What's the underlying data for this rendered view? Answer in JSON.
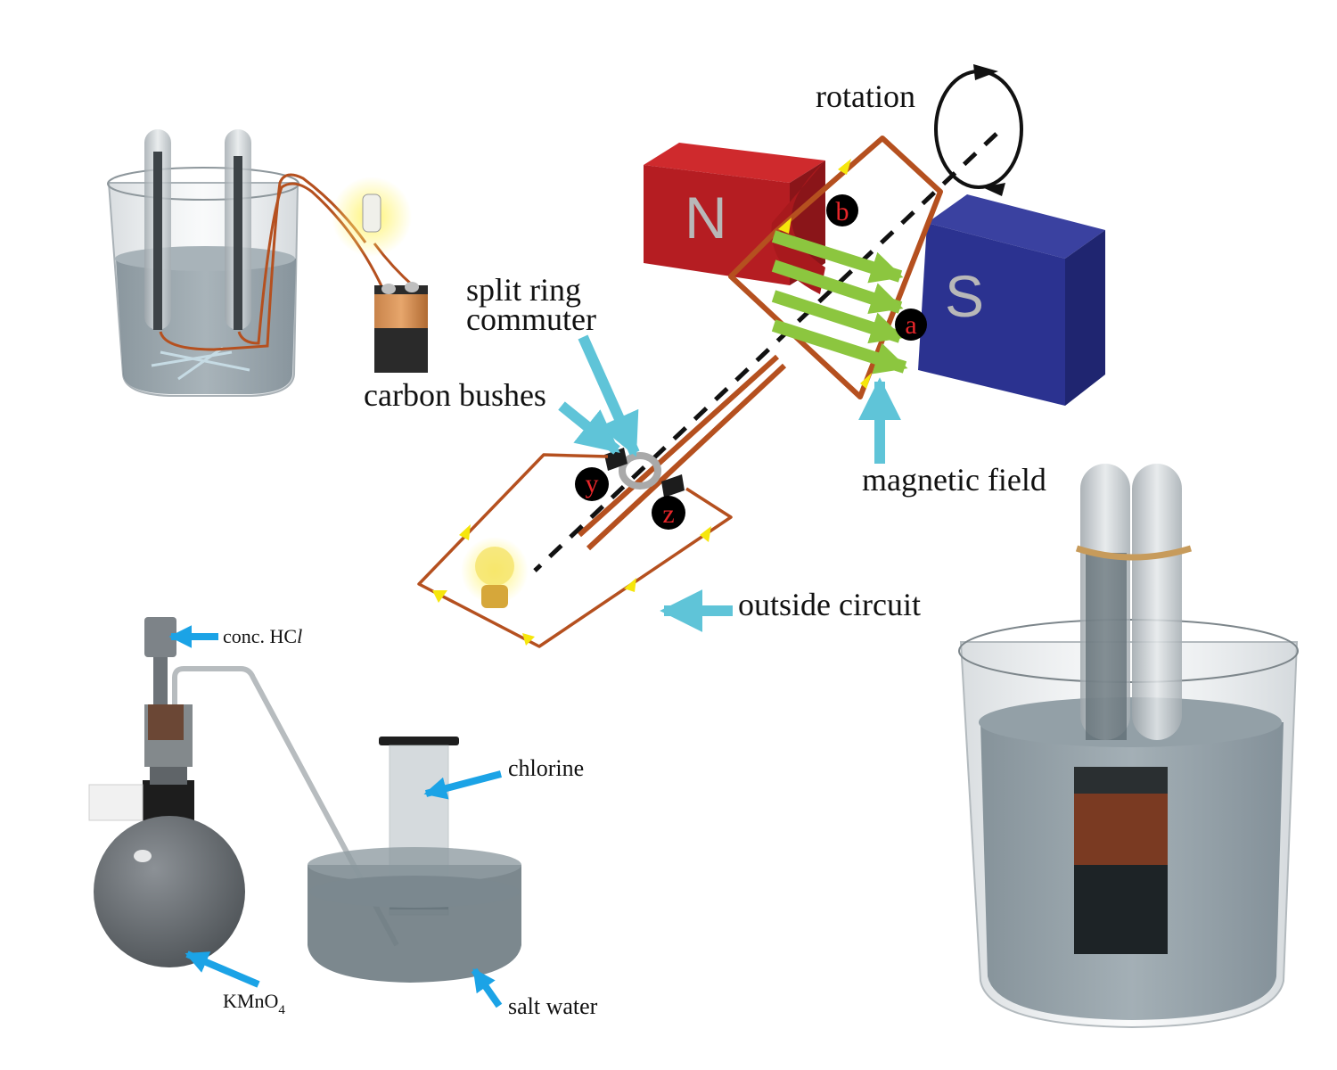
{
  "colors": {
    "background": "#ffffff",
    "north_magnet": "#b51d22",
    "south_magnet": "#2b3290",
    "coil_wire": "#b5501f",
    "current_arrow": "#f6e60c",
    "field_arrow": "#8cc63f",
    "pointer_arrow_cyan": "#5fc4d8",
    "pointer_arrow_blue": "#1ba3e6",
    "badge_fill": "#000000",
    "badge_text": "#e8262a",
    "water": "#6f7f88",
    "glass": "#d8dde0"
  },
  "generator_diagram": {
    "rotation_label": "rotation",
    "north_pole_letter": "N",
    "south_pole_letter": "S",
    "badges": {
      "a": "a",
      "b": "b",
      "y": "y",
      "z": "z"
    },
    "labels": {
      "split_ring_line1": "split ring",
      "split_ring_line2": "commuter",
      "carbon_brushes": "carbon bushes",
      "magnetic_field": "magnetic field",
      "outside_circuit": "outside circuit"
    }
  },
  "chlorine_apparatus": {
    "labels": {
      "hcl": "conc. HC",
      "hcl_italic": "l",
      "kmno4": "KMnO",
      "kmno4_sub": "4",
      "chlorine": "chlorine",
      "salt_water": "salt water"
    }
  },
  "electrolysis_beaker_top_left": {
    "components": [
      "beaker",
      "test-tube-left",
      "test-tube-right",
      "bulb",
      "battery-9v"
    ]
  },
  "electrolysis_beaker_bottom_right": {
    "components": [
      "beaker",
      "test-tube-left",
      "test-tube-right",
      "rubber-band",
      "battery-9v"
    ]
  }
}
